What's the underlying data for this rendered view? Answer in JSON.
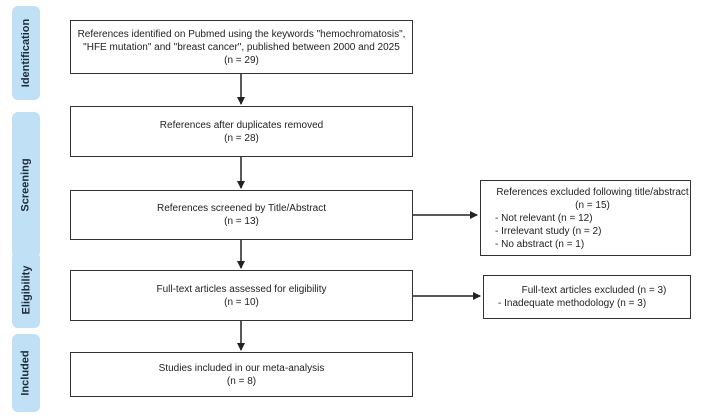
{
  "phases": {
    "identification": "Identification",
    "screening": "Screening",
    "eligibility": "Eligibility",
    "included": "Included"
  },
  "main_boxes": {
    "identified": {
      "lines": [
        "References identified on Pubmed using the keywords \"hemochromatosis\",",
        "\"HFE mutation\" and \"breast cancer\", published between 2000 and 2025"
      ],
      "count": "(n = 29)"
    },
    "after_duplicates": {
      "lines": [
        "References after duplicates removed"
      ],
      "count": "(n = 28)"
    },
    "screened": {
      "lines": [
        "References screened by Title/Abstract"
      ],
      "count": "(n = 13)"
    },
    "fulltext": {
      "lines": [
        "Full-text articles assessed for eligibility"
      ],
      "count": "(n = 10)"
    },
    "included": {
      "lines": [
        "Studies included in our meta-analysis"
      ],
      "count": "(n = 8)"
    }
  },
  "side_boxes": {
    "excluded_title": {
      "head": "References excluded following title/abstract",
      "count": "(n = 15)",
      "items": [
        "-  Not relevant (n = 12)",
        "-  Irrelevant study (n = 2)",
        "-  No abstract (n = 1)"
      ]
    },
    "excluded_fulltext": {
      "head": "Full-text articles excluded (n = 3)",
      "items": [
        "-   Inadequate methodology (n = 3)"
      ]
    }
  }
}
